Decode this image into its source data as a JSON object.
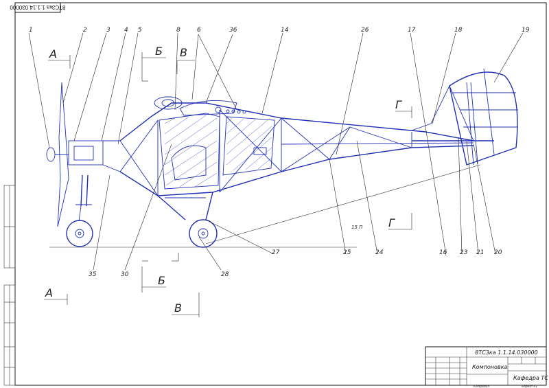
{
  "drawing": {
    "stamp_code": "8ТС3ка 1.1.14.030000",
    "title_block": {
      "code": "8ТС3ка 1.1.14.030000",
      "name": "Компоновка",
      "org": "Кафедра ТС",
      "format": "Формат А1",
      "copied": "Копировал"
    },
    "angle_label": "15 П",
    "part_numbers": [
      {
        "id": "1",
        "text": "1"
      },
      {
        "id": "2",
        "text": "2"
      },
      {
        "id": "3",
        "text": "3"
      },
      {
        "id": "4",
        "text": "4"
      },
      {
        "id": "5",
        "text": "5"
      },
      {
        "id": "8",
        "text": "8"
      },
      {
        "id": "6",
        "text": "6"
      },
      {
        "id": "36",
        "text": "36"
      },
      {
        "id": "14",
        "text": "14"
      },
      {
        "id": "26",
        "text": "26"
      },
      {
        "id": "17",
        "text": "17"
      },
      {
        "id": "18",
        "text": "18"
      },
      {
        "id": "19",
        "text": "19"
      },
      {
        "id": "35",
        "text": "35"
      },
      {
        "id": "30",
        "text": "30"
      },
      {
        "id": "28",
        "text": "28"
      },
      {
        "id": "27",
        "text": "27"
      },
      {
        "id": "25",
        "text": "25"
      },
      {
        "id": "24",
        "text": "24"
      },
      {
        "id": "16",
        "text": "16"
      },
      {
        "id": "23",
        "text": "23"
      },
      {
        "id": "21",
        "text": "21"
      },
      {
        "id": "20",
        "text": "20"
      }
    ],
    "section_marks": {
      "a": "А",
      "b": "Б",
      "v": "В",
      "g": "Г"
    }
  }
}
